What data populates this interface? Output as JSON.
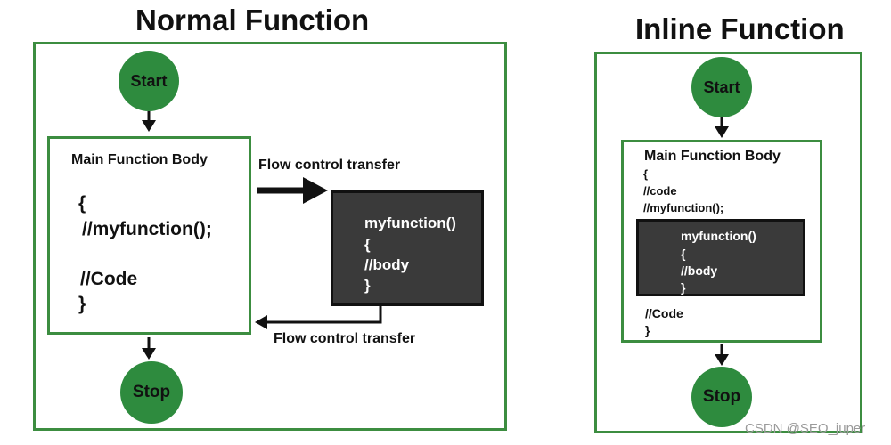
{
  "normal": {
    "title": "Normal Function",
    "start": "Start",
    "stop": "Stop",
    "main_title": "Main Function Body",
    "main_lines": [
      "{",
      "//myfunction();",
      "//Code",
      "}"
    ],
    "flow_top": "Flow control transfer",
    "flow_bottom": "Flow control transfer",
    "func_lines": [
      "myfunction()",
      "{",
      "//body",
      "}"
    ]
  },
  "inline": {
    "title": "Inline Function",
    "start": "Start",
    "stop": "Stop",
    "main_title": "Main Function Body",
    "pre_lines": [
      "{",
      "//code",
      "//myfunction();"
    ],
    "func_lines": [
      "myfunction()",
      "{",
      "//body",
      "}"
    ],
    "post_lines": [
      "//Code",
      "}"
    ]
  },
  "watermark": "CSDN @SEO_juper",
  "colors": {
    "green": "#2e8b3e",
    "frame": "#3c8d40",
    "dark_box": "#3a3a3a"
  }
}
